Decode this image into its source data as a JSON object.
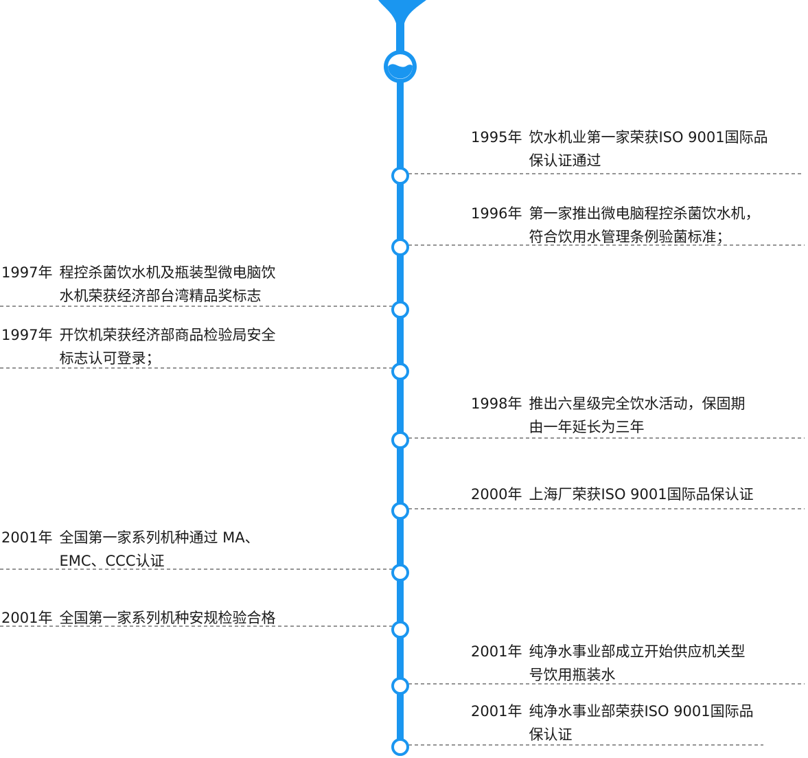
{
  "timeline": {
    "colors": {
      "accent": "#1a96f0",
      "dash": "#555555",
      "text": "#1a1a1a"
    },
    "entries": [
      {
        "side": "right",
        "year": "1995年",
        "lines": [
          "饮水机业第一家荣获ISO 9001国际品",
          "保认证通过"
        ]
      },
      {
        "side": "right",
        "year": "1996年",
        "lines": [
          "第一家推出微电脑程控杀菌饮水机，",
          "符合饮用水管理条例验菌标准；"
        ]
      },
      {
        "side": "left",
        "year": "1997年",
        "lines": [
          "程控杀菌饮水机及瓶装型微电脑饮",
          "水机荣获经济部台湾精品奖标志"
        ]
      },
      {
        "side": "left",
        "year": "1997年",
        "lines": [
          "开饮机荣获经济部商品检验局安全",
          "标志认可登录；"
        ]
      },
      {
        "side": "right",
        "year": "1998年",
        "lines": [
          "推出六星级完全饮水活动，保固期",
          "由一年延长为三年"
        ]
      },
      {
        "side": "right",
        "year": "2000年",
        "lines": [
          "上海厂荣获ISO 9001国际品保认证"
        ]
      },
      {
        "side": "left",
        "year": "2001年",
        "lines": [
          "全国第一家系列机种通过 MA、",
          "EMC、CCC认证"
        ]
      },
      {
        "side": "left",
        "year": "2001年",
        "lines": [
          "全国第一家系列机种安规检验合格"
        ]
      },
      {
        "side": "right",
        "year": "2001年",
        "lines": [
          "纯净水事业部成立开始供应机关型",
          "号饮用瓶装水"
        ]
      },
      {
        "side": "right",
        "year": "2001年",
        "lines": [
          "纯净水事业部荣获ISO 9001国际品",
          "保认证"
        ]
      }
    ]
  }
}
